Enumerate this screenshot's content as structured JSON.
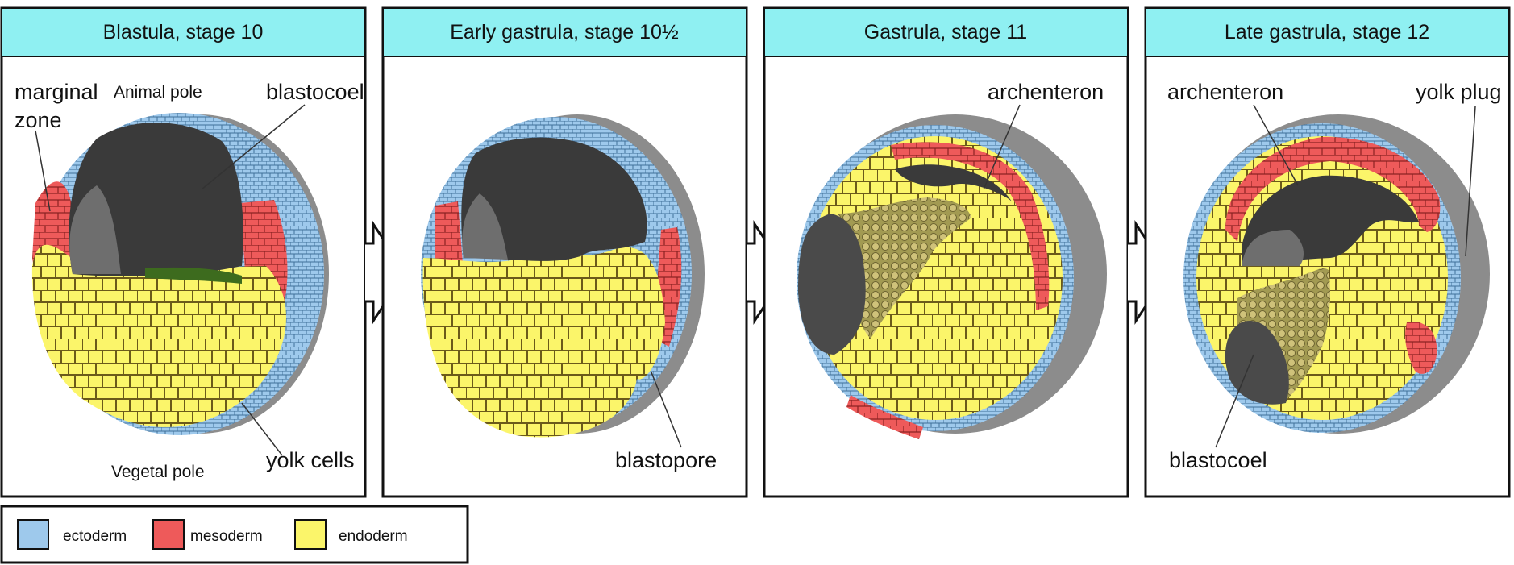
{
  "panels": [
    {
      "title": "Blastula, stage 10"
    },
    {
      "title": "Early gastrula, stage 10½"
    },
    {
      "title": "Gastrula, stage 11"
    },
    {
      "title": "Late gastrula, stage 12"
    }
  ],
  "labels": {
    "p1": {
      "marginal": "marginal",
      "zone": "zone",
      "animal_pole": "Animal pole",
      "blastocoel": "blastocoel",
      "yolk_cells": "yolk cells",
      "vegetal_pole": "Vegetal pole"
    },
    "p2": {
      "blastopore": "blastopore"
    },
    "p3": {
      "archenteron": "archenteron"
    },
    "p4": {
      "archenteron": "archenteron",
      "yolk_plug": "yolk plug",
      "blastocoel": "blastocoel"
    }
  },
  "legend": [
    {
      "label": "ectoderm",
      "color": "#9ec9ec"
    },
    {
      "label": "mesoderm",
      "color": "#ee5a5a"
    },
    {
      "label": "endoderm",
      "color": "#fbf56a"
    }
  ],
  "colors": {
    "header_fill": "#8ff0f2",
    "ectoderm": "#9ec9ec",
    "mesoderm": "#ee5a5a",
    "endoderm": "#fbf56a",
    "cavity": "#3a3a3a",
    "cavity_light": "#6e6e6e",
    "shell": "#8c8c8c",
    "cell_line": "#6b5a1a"
  }
}
